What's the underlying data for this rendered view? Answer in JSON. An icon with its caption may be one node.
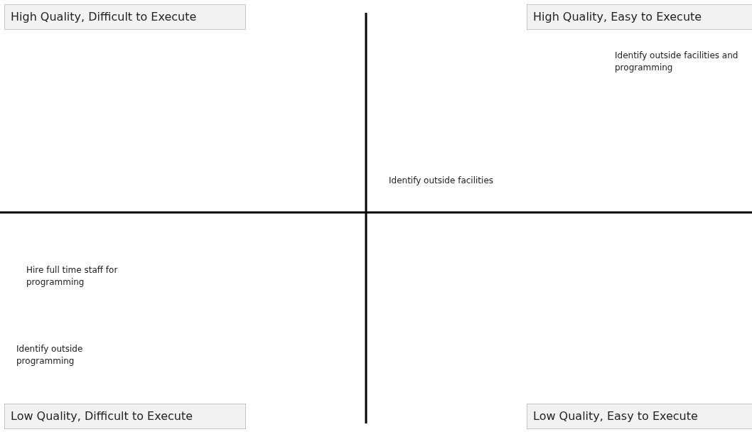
{
  "diagram": {
    "nodes": [
      {
        "text": [
          "High Quality, Difficult to Execute"
        ]
      },
      {
        "text": [
          "High Quality, Easy to Execute"
        ]
      },
      {
        "text": [
          "Low Quality, Difficult to Execute"
        ]
      },
      {
        "text": [
          "Low Quality, Easy to Execute"
        ]
      }
    ],
    "edges": [],
    "labels": [
      "Identify outside facilities and programming",
      "Identify outside facilities",
      "Hire full time staff for programming",
      "Identify outside programming"
    ]
  }
}
